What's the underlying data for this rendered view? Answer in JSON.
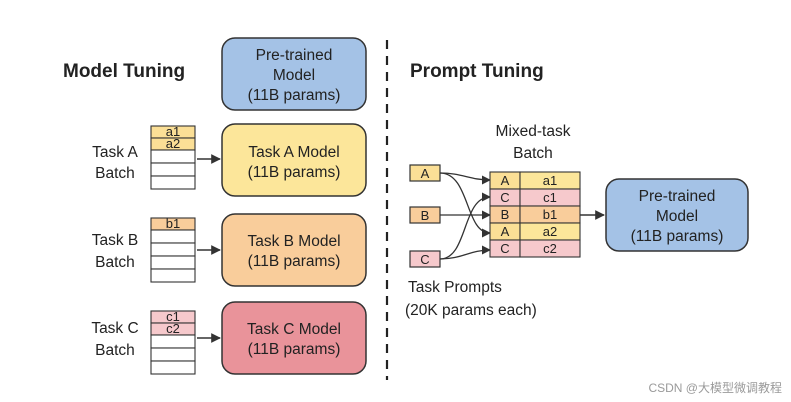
{
  "colors": {
    "blue": "#a4c2e6",
    "yellow": "#fce69a",
    "orange": "#f9cd9b",
    "red": "#e9939a",
    "prompt_yellow": "#fbdf96",
    "prompt_red": "#f6c9cc",
    "stroke": "#333333"
  },
  "model_tuning": {
    "title": "Model Tuning",
    "pretrained": [
      "Pre-trained",
      "Model",
      "(11B params)"
    ],
    "tasks": [
      {
        "label": [
          "Task A",
          "Batch"
        ],
        "cells": [
          "a1",
          "a2"
        ],
        "model": [
          "Task A Model",
          "(11B params)"
        ],
        "color": "yellow"
      },
      {
        "label": [
          "Task B",
          "Batch"
        ],
        "cells": [
          "b1"
        ],
        "model": [
          "Task B Model",
          "(11B params)"
        ],
        "color": "orange"
      },
      {
        "label": [
          "Task C",
          "Batch"
        ],
        "cells": [
          "c1",
          "c2"
        ],
        "model": [
          "Task C Model",
          "(11B params)"
        ],
        "color": "red"
      }
    ]
  },
  "prompt_tuning": {
    "title": "Prompt Tuning",
    "batch_title": [
      "Mixed-task",
      "Batch"
    ],
    "prompts": [
      "A",
      "B",
      "C"
    ],
    "batch_rows": [
      {
        "prompt": "A",
        "example": "a1"
      },
      {
        "prompt": "C",
        "example": "c1"
      },
      {
        "prompt": "B",
        "example": "b1"
      },
      {
        "prompt": "A",
        "example": "a2"
      },
      {
        "prompt": "C",
        "example": "c2"
      }
    ],
    "prompts_label": [
      "Task Prompts",
      "(20K params each)"
    ],
    "pretrained": [
      "Pre-trained",
      "Model",
      "(11B params)"
    ]
  },
  "watermark": "CSDN @大模型微调教程"
}
